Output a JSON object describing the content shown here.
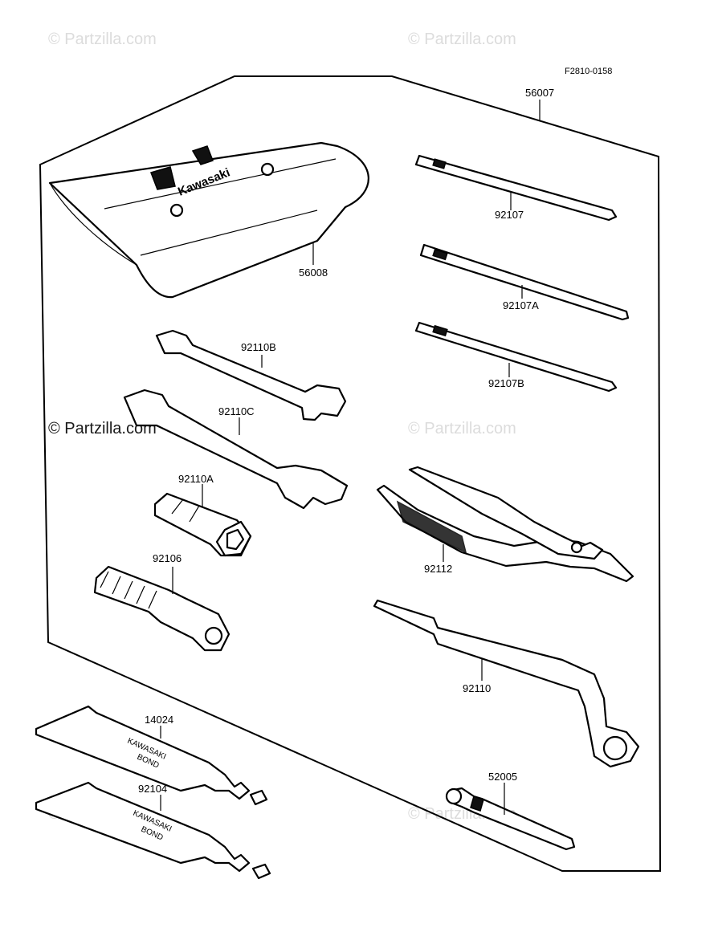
{
  "figure_ref": "F2810-0158",
  "watermark": "© Partzilla.com",
  "logo_text": "Kawasaki",
  "bond_text_1": "KAWASAKI",
  "bond_text_2": "BOND",
  "labels": {
    "kit": "56007",
    "pouch": "56008",
    "p92107": "92107",
    "p92107A": "92107A",
    "p92107B": "92107B",
    "p92110B": "92110B",
    "p92110C": "92110C",
    "p92110A": "92110A",
    "p92106": "92106",
    "p92112": "92112",
    "p92110": "92110",
    "p14024": "14024",
    "p92104": "92104",
    "p52005": "52005"
  }
}
